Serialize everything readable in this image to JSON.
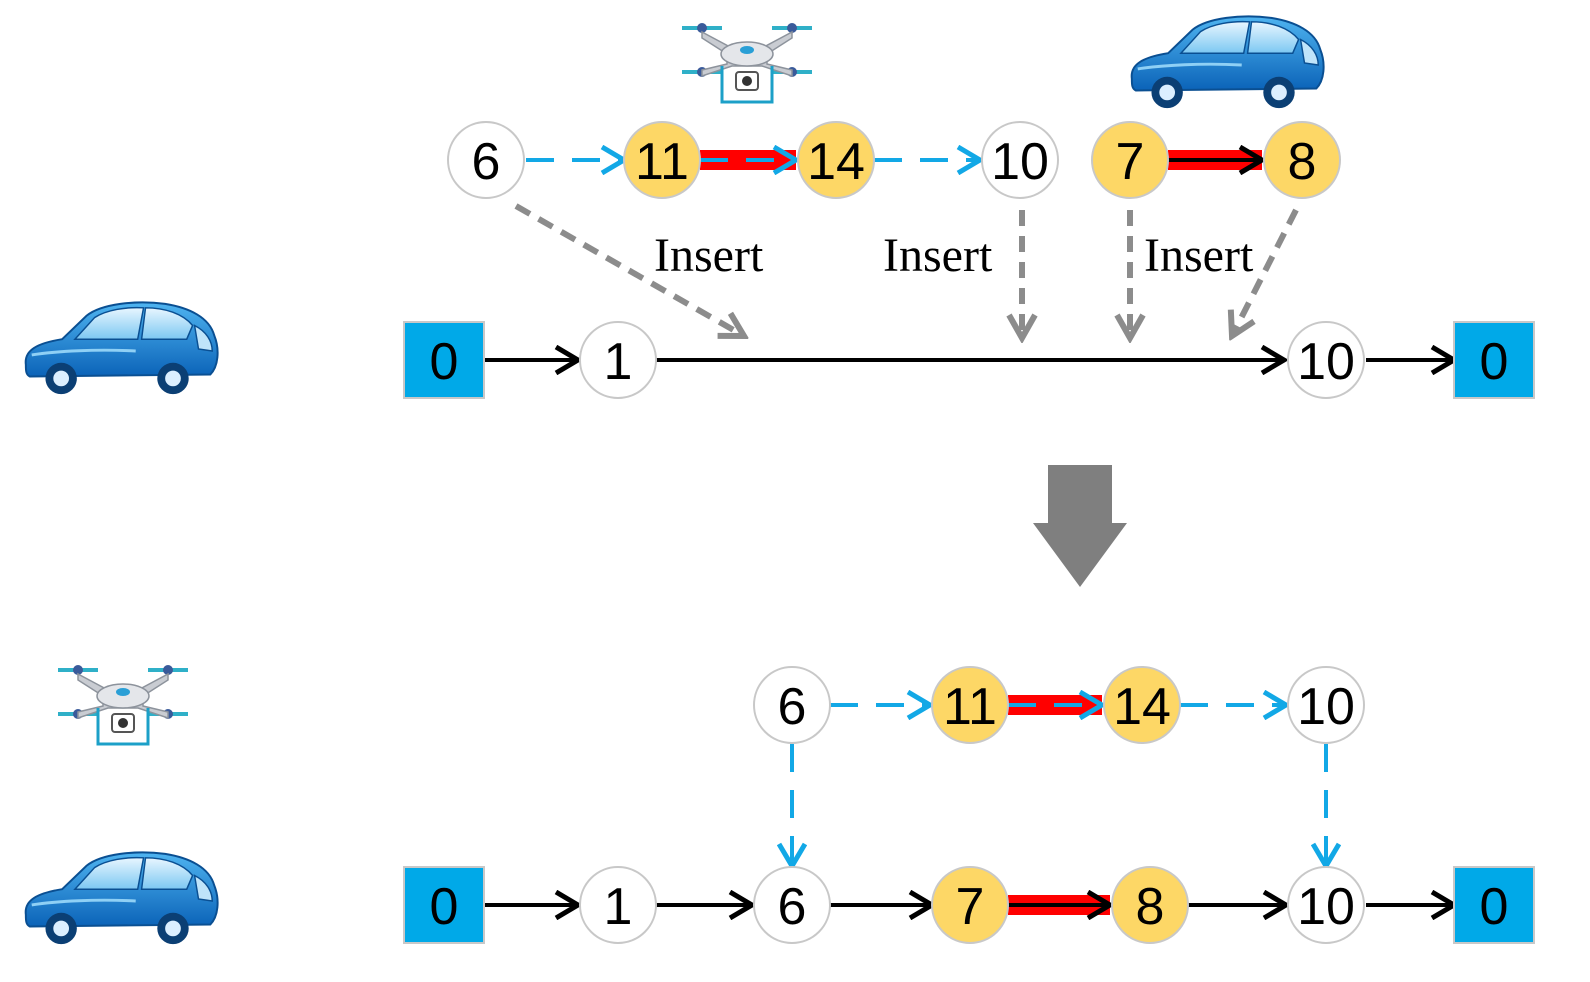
{
  "colors": {
    "depot": "#00a9e8",
    "customer_plain": "#ffffff",
    "customer_drone": "#fdd766",
    "node_border": "#c8c8c8",
    "drone_path": "#12a8e6",
    "sync_bar": "#ff0000",
    "insert_arrow": "#8c8c8c",
    "big_arrow": "#7f7f7f",
    "truck_path": "#000000"
  },
  "icons": {
    "truck": "truck-icon",
    "drone": "drone-icon",
    "down_arrow": "down-arrow-icon"
  },
  "labels": {
    "insert_1": "Insert",
    "insert_2": "Insert",
    "insert_3": "Insert"
  },
  "before": {
    "truck_route": [
      "0",
      "1",
      "10",
      "0"
    ],
    "drone_segment": [
      "6",
      "11",
      "14",
      "10"
    ],
    "truck_segment": [
      "7",
      "8"
    ]
  },
  "after": {
    "drone_route": [
      "6",
      "11",
      "14",
      "10"
    ],
    "truck_route": [
      "0",
      "1",
      "6",
      "7",
      "8",
      "10",
      "0"
    ]
  }
}
